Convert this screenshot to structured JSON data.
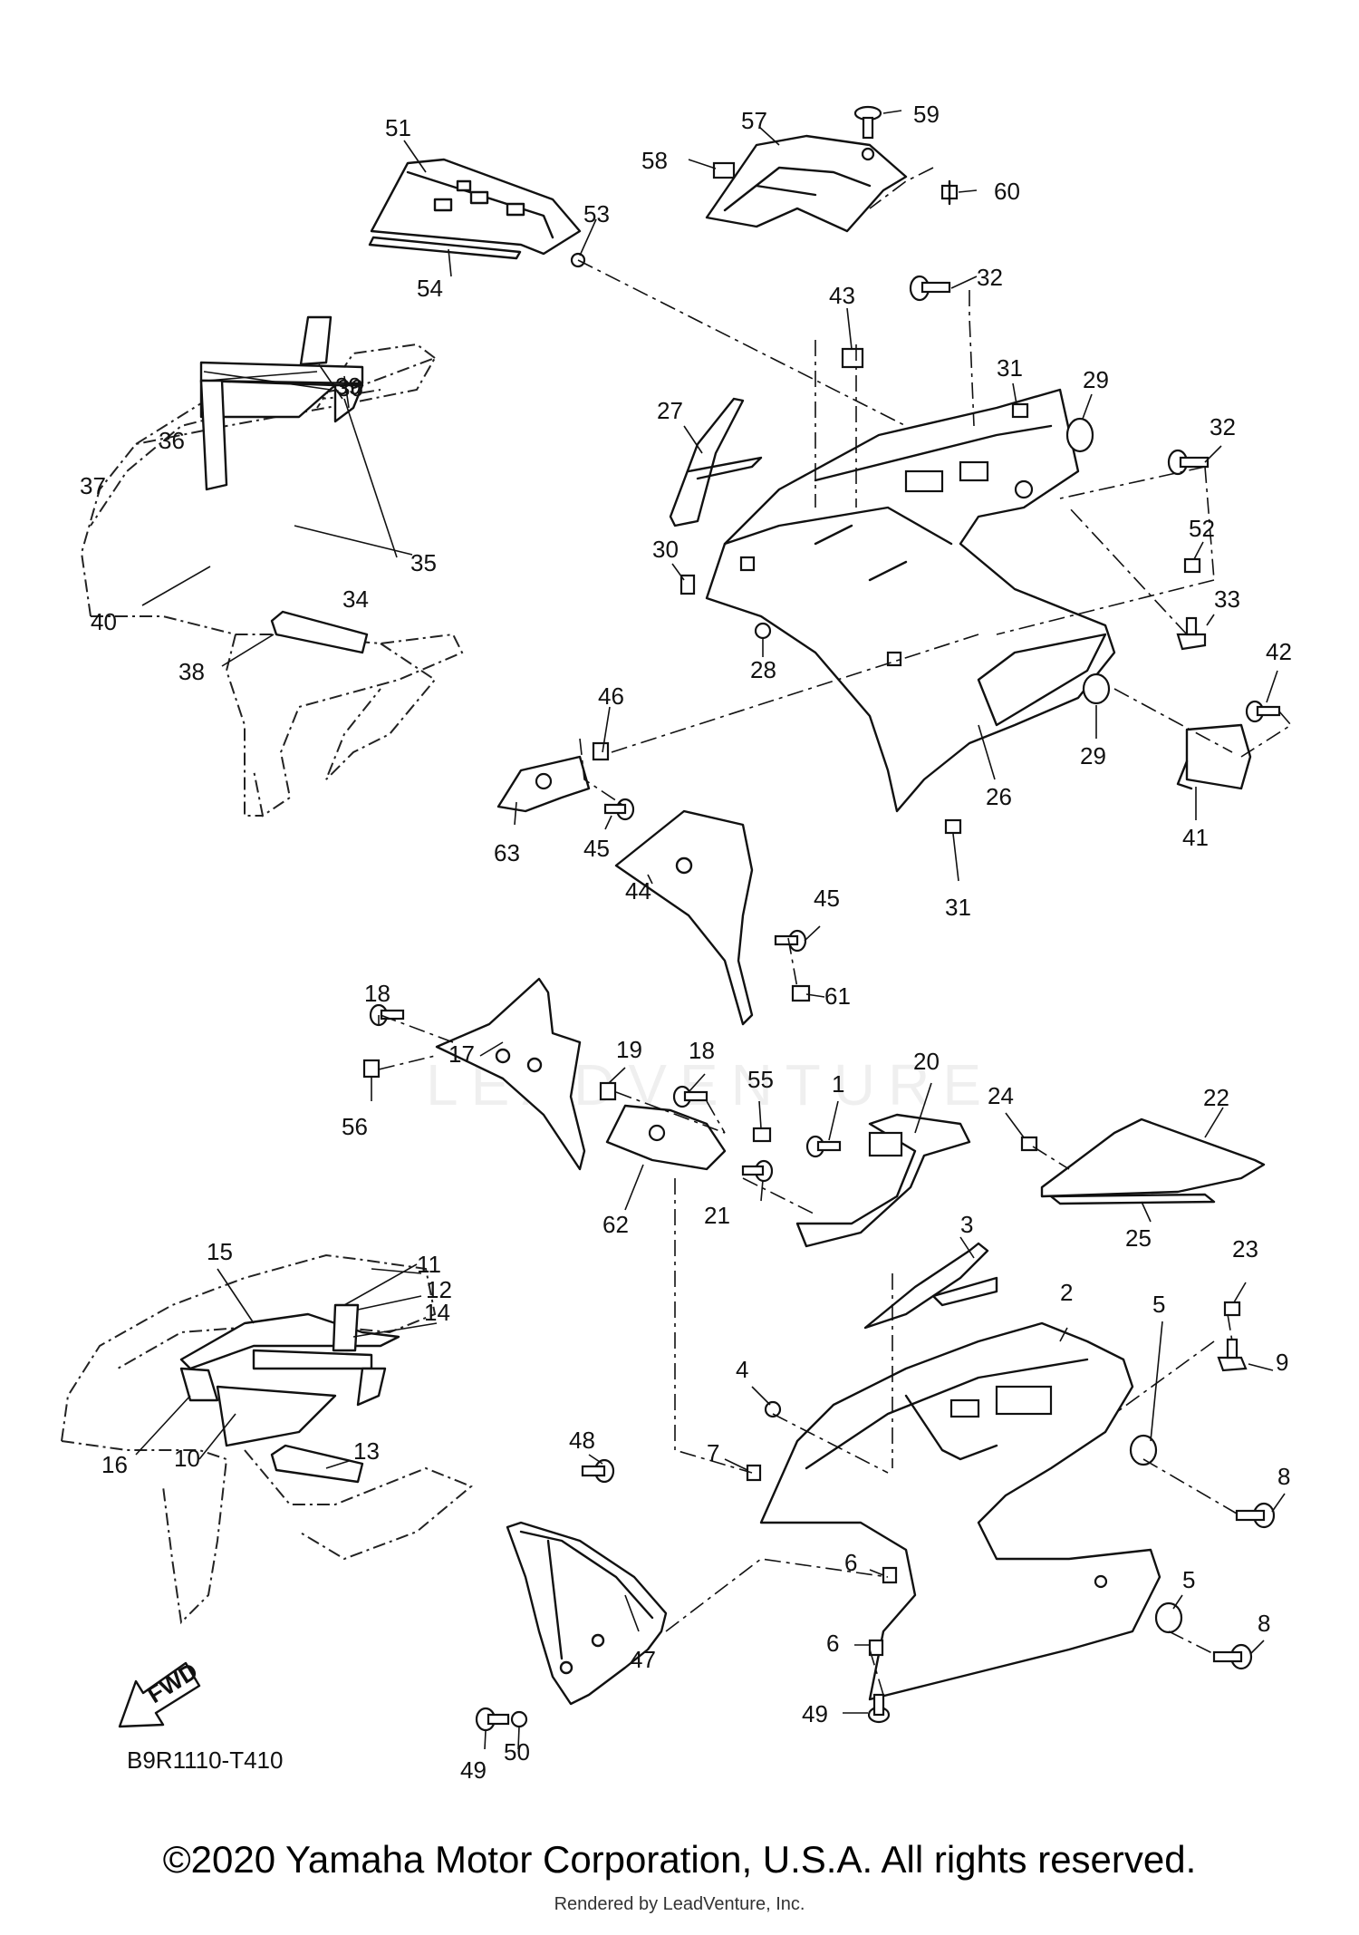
{
  "diagram": {
    "code": "B9R1110-T410",
    "fwd_label": "FWD",
    "watermark": "LEADVENTURE",
    "copyright": "©2020 Yamaha Motor Corporation, U.S.A. All rights reserved.",
    "rendered_by": "Rendered by LeadVenture, Inc.",
    "callouts": [
      "1",
      "2",
      "3",
      "4",
      "5",
      "5",
      "6",
      "6",
      "7",
      "8",
      "8",
      "9",
      "10",
      "11",
      "12",
      "13",
      "14",
      "15",
      "16",
      "17",
      "18",
      "18",
      "19",
      "20",
      "21",
      "22",
      "23",
      "24",
      "25",
      "26",
      "27",
      "28",
      "29",
      "29",
      "30",
      "31",
      "31",
      "32",
      "32",
      "33",
      "34",
      "35",
      "36",
      "37",
      "38",
      "39",
      "40",
      "41",
      "42",
      "43",
      "44",
      "45",
      "45",
      "46",
      "47",
      "48",
      "49",
      "49",
      "50",
      "51",
      "52",
      "53",
      "54",
      "55",
      "56",
      "57",
      "58",
      "59",
      "60",
      "61",
      "62",
      "63"
    ]
  }
}
